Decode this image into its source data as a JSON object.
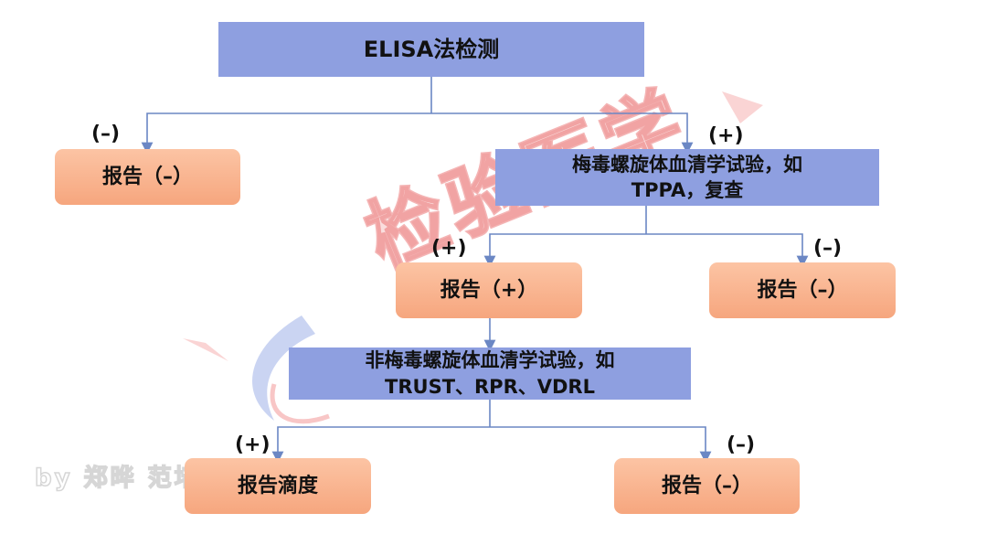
{
  "nodes": {
    "elisa": "ELISA法检测",
    "report_neg_1": "报告（–）",
    "treponemal": "梅毒螺旋体血清学试验，如\nTPPA，复查",
    "report_pos": "报告（+）",
    "report_neg_2": "报告（–）",
    "nontreponemal": "非梅毒螺旋体血清学试验，如\nTRUST、RPR、VDRL",
    "report_titer": "报告滴度",
    "report_neg_3": "报告（–）"
  },
  "edges": {
    "e1": "(–)",
    "e2": "(+)",
    "e3": "(+)",
    "e4": "(–)",
    "e5": "(+)",
    "e6": "(–)"
  },
  "watermark": {
    "text": "检验医学",
    "byline": "by 郑晔 范培培"
  },
  "colors": {
    "blue_box": "#8e9fe0",
    "orange_box": "#f6a67e",
    "connector": "#6b87c4"
  }
}
